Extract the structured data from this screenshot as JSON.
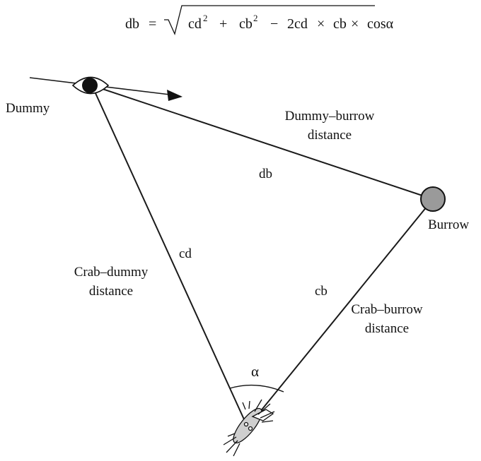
{
  "formula": {
    "lhs": "db",
    "equals": "=",
    "t1": "cd",
    "t1_exp": "2",
    "op1": "+",
    "t2": "cb",
    "t2_exp": "2",
    "op2": "−",
    "t3": "2cd",
    "op3": "×",
    "t4": "cb",
    "op4": "×",
    "t5": "cosα"
  },
  "labels": {
    "dummy": "Dummy",
    "burrow": "Burrow",
    "db_side_line1": "Dummy–burrow",
    "db_side_line2": "distance",
    "cd_side_line1": "Crab–dummy",
    "cd_side_line2": "distance",
    "cb_side_line1": "Crab–burrow",
    "cb_side_line2": "distance",
    "db": "db",
    "cd": "cd",
    "cb": "cb",
    "alpha": "α"
  },
  "colors": {
    "line": "#1a1a1a",
    "burrow_fill": "#9a9a9a",
    "dummy_fill": "#111111"
  },
  "icons": {
    "dummy": "eye-shaped-dummy-icon",
    "burrow": "burrow-circle-icon",
    "crab": "fiddler-crab-icon"
  }
}
